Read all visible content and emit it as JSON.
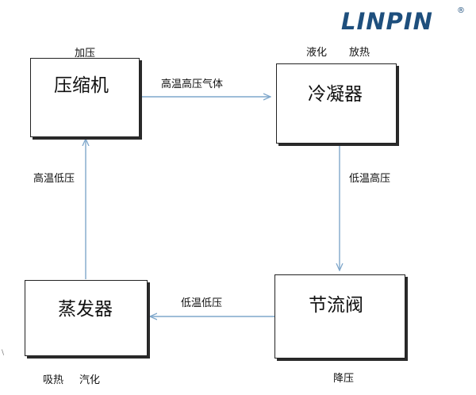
{
  "logo": {
    "text": "LINPIN",
    "mark": "®"
  },
  "nodes": {
    "compressor": {
      "title": "压缩机",
      "note": "加压"
    },
    "condenser": {
      "title": "冷凝器",
      "note_a": "液化",
      "note_b": "放热"
    },
    "throttle": {
      "title": "节流阀",
      "note": "降压"
    },
    "evaporator": {
      "title": "蒸发器",
      "note_a": "吸热",
      "note_b": "汽化"
    }
  },
  "edges": {
    "compressor_to_condenser": "高温高压气体",
    "condenser_to_throttle": "低温高压",
    "throttle_to_evaporator": "低温低压",
    "evaporator_to_compressor": "高温低压"
  },
  "corner_mark": "\\",
  "colors": {
    "arrow": "#7fa7cb",
    "logo": "#1e4f7d",
    "border": "#222222"
  }
}
